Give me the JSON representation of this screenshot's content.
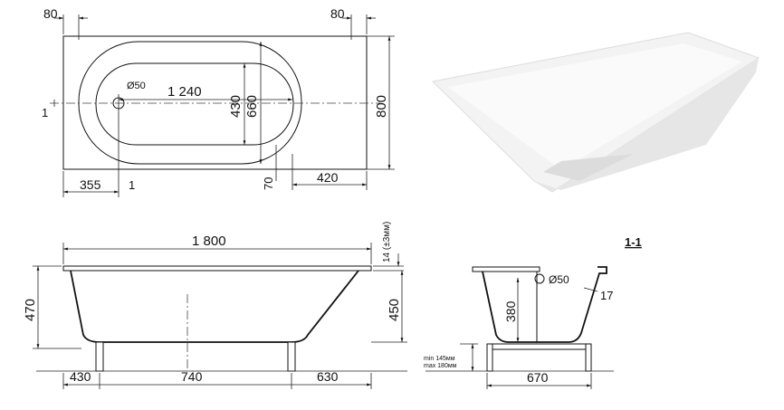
{
  "top_view": {
    "dims": {
      "edge_left": "80",
      "edge_right": "80",
      "length_inner": "1 240",
      "drain_diameter": "Ø50",
      "inner_width": "430",
      "bowl_width": "660",
      "total_width": "800",
      "offset_small": "1",
      "left_offset": "355",
      "left_small": "1",
      "drain_offset": "70",
      "right_offset": "420"
    }
  },
  "side_view": {
    "dims": {
      "total_length": "1 800",
      "rim_height": "14 (±3мм)",
      "total_height": "470",
      "tub_height": "450",
      "leg_left": "430",
      "leg_span": "740",
      "leg_right": "630"
    }
  },
  "section": {
    "label": "1-1",
    "dims": {
      "drain_diameter": "Ø50",
      "wall": "17",
      "depth": "380",
      "leg_min": "min 145мм",
      "leg_max": "max 180мм",
      "width": "670"
    }
  }
}
